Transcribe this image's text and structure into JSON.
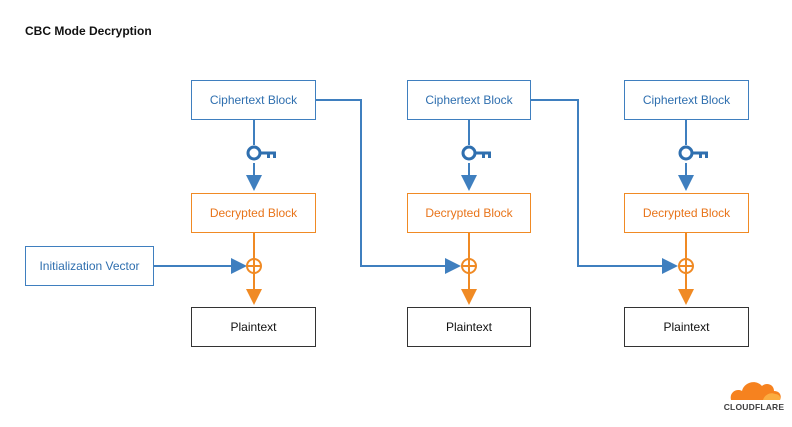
{
  "title": "CBC Mode Decryption",
  "labels": {
    "ciphertext": "Ciphertext Block",
    "decrypted": "Decrypted Block",
    "plaintext": "Plaintext",
    "iv": "Initialization Vector"
  },
  "logo": {
    "text": "CLOUDFLARE",
    "colors": [
      "#f6821f",
      "#fbad41"
    ]
  },
  "colors": {
    "blue": "#3f7fbf",
    "orange": "#f08a24",
    "dark": "#333333"
  }
}
